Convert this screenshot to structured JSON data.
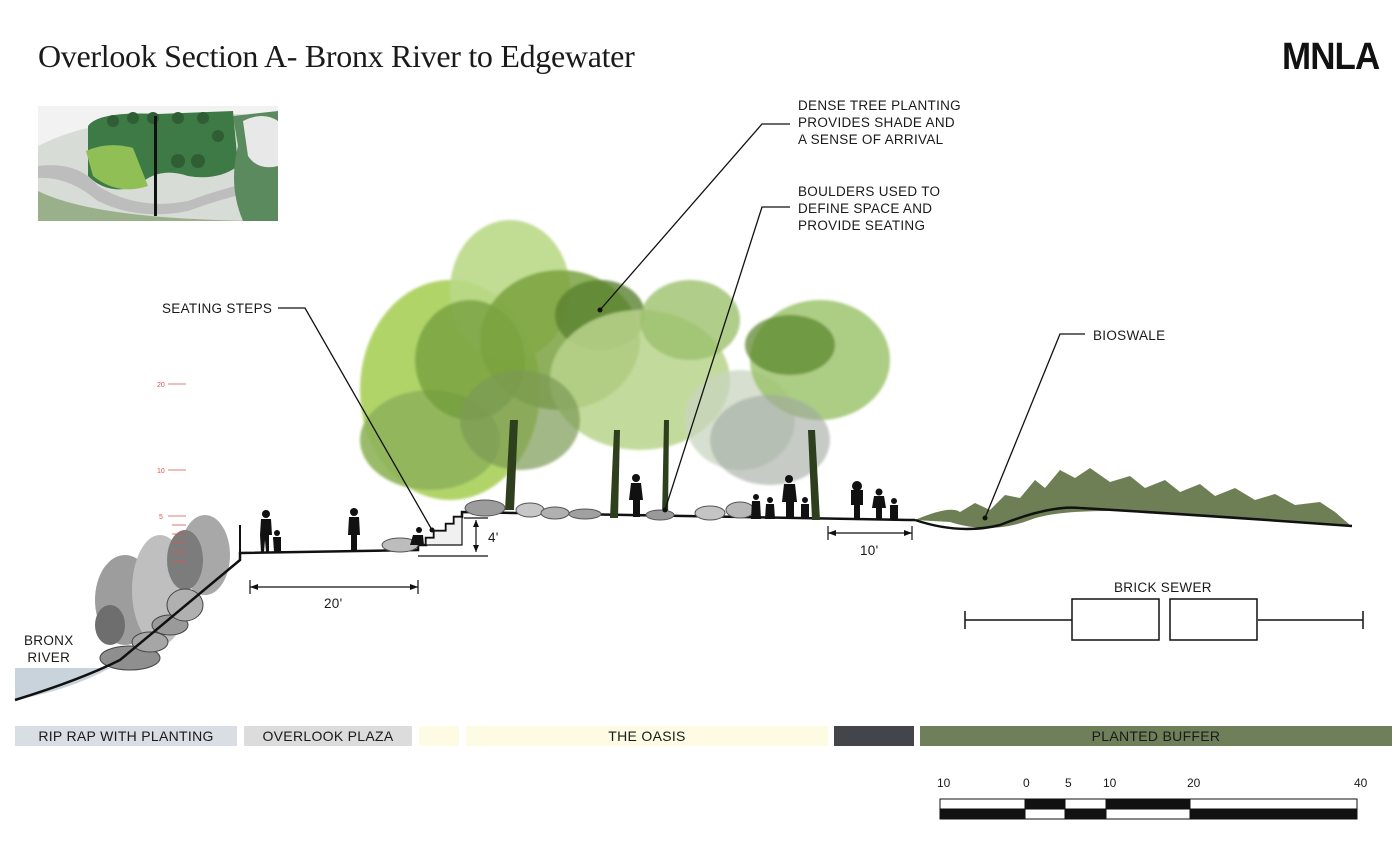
{
  "title": "Overlook Section A- Bronx River to Edgewater",
  "logo": "MNLA",
  "callouts": {
    "dense_tree": "DENSE TREE PLANTING\nPROVIDES SHADE AND\nA SENSE OF ARRIVAL",
    "boulders": "BOULDERS USED TO\nDEFINE SPACE AND\nPROVIDE SEATING",
    "seating_steps": "SEATING STEPS",
    "bioswale": "BIOSWALE",
    "bronx_river": "BRONX\nRIVER",
    "brick_sewer": "BRICK SEWER"
  },
  "dimensions": {
    "plaza_width": "20'",
    "step_height": "4'",
    "path_width": "10'"
  },
  "elevation_marks": [
    "20",
    "10",
    "5"
  ],
  "zones": [
    {
      "label": "RIP RAP WITH PLANTING",
      "color": "#d9dee5"
    },
    {
      "label": "OVERLOOK PLAZA",
      "color": "#dcdcdc"
    },
    {
      "label": "",
      "color": "#fdfbe3"
    },
    {
      "label": "THE OASIS",
      "color": "#fdfbe3"
    },
    {
      "label": "",
      "color": "#44454a"
    },
    {
      "label": "PLANTED BUFFER",
      "color": "#6e7f5a"
    }
  ],
  "scale_bar": [
    "10",
    "0",
    "5",
    "10",
    "20",
    "40"
  ],
  "colors": {
    "tree_light": "#a9cf5a",
    "tree_mid": "#7aa23e",
    "tree_dark": "#4c6a2c",
    "buffer_green": "#6f7f55",
    "boulder": "#a8a8a8"
  }
}
